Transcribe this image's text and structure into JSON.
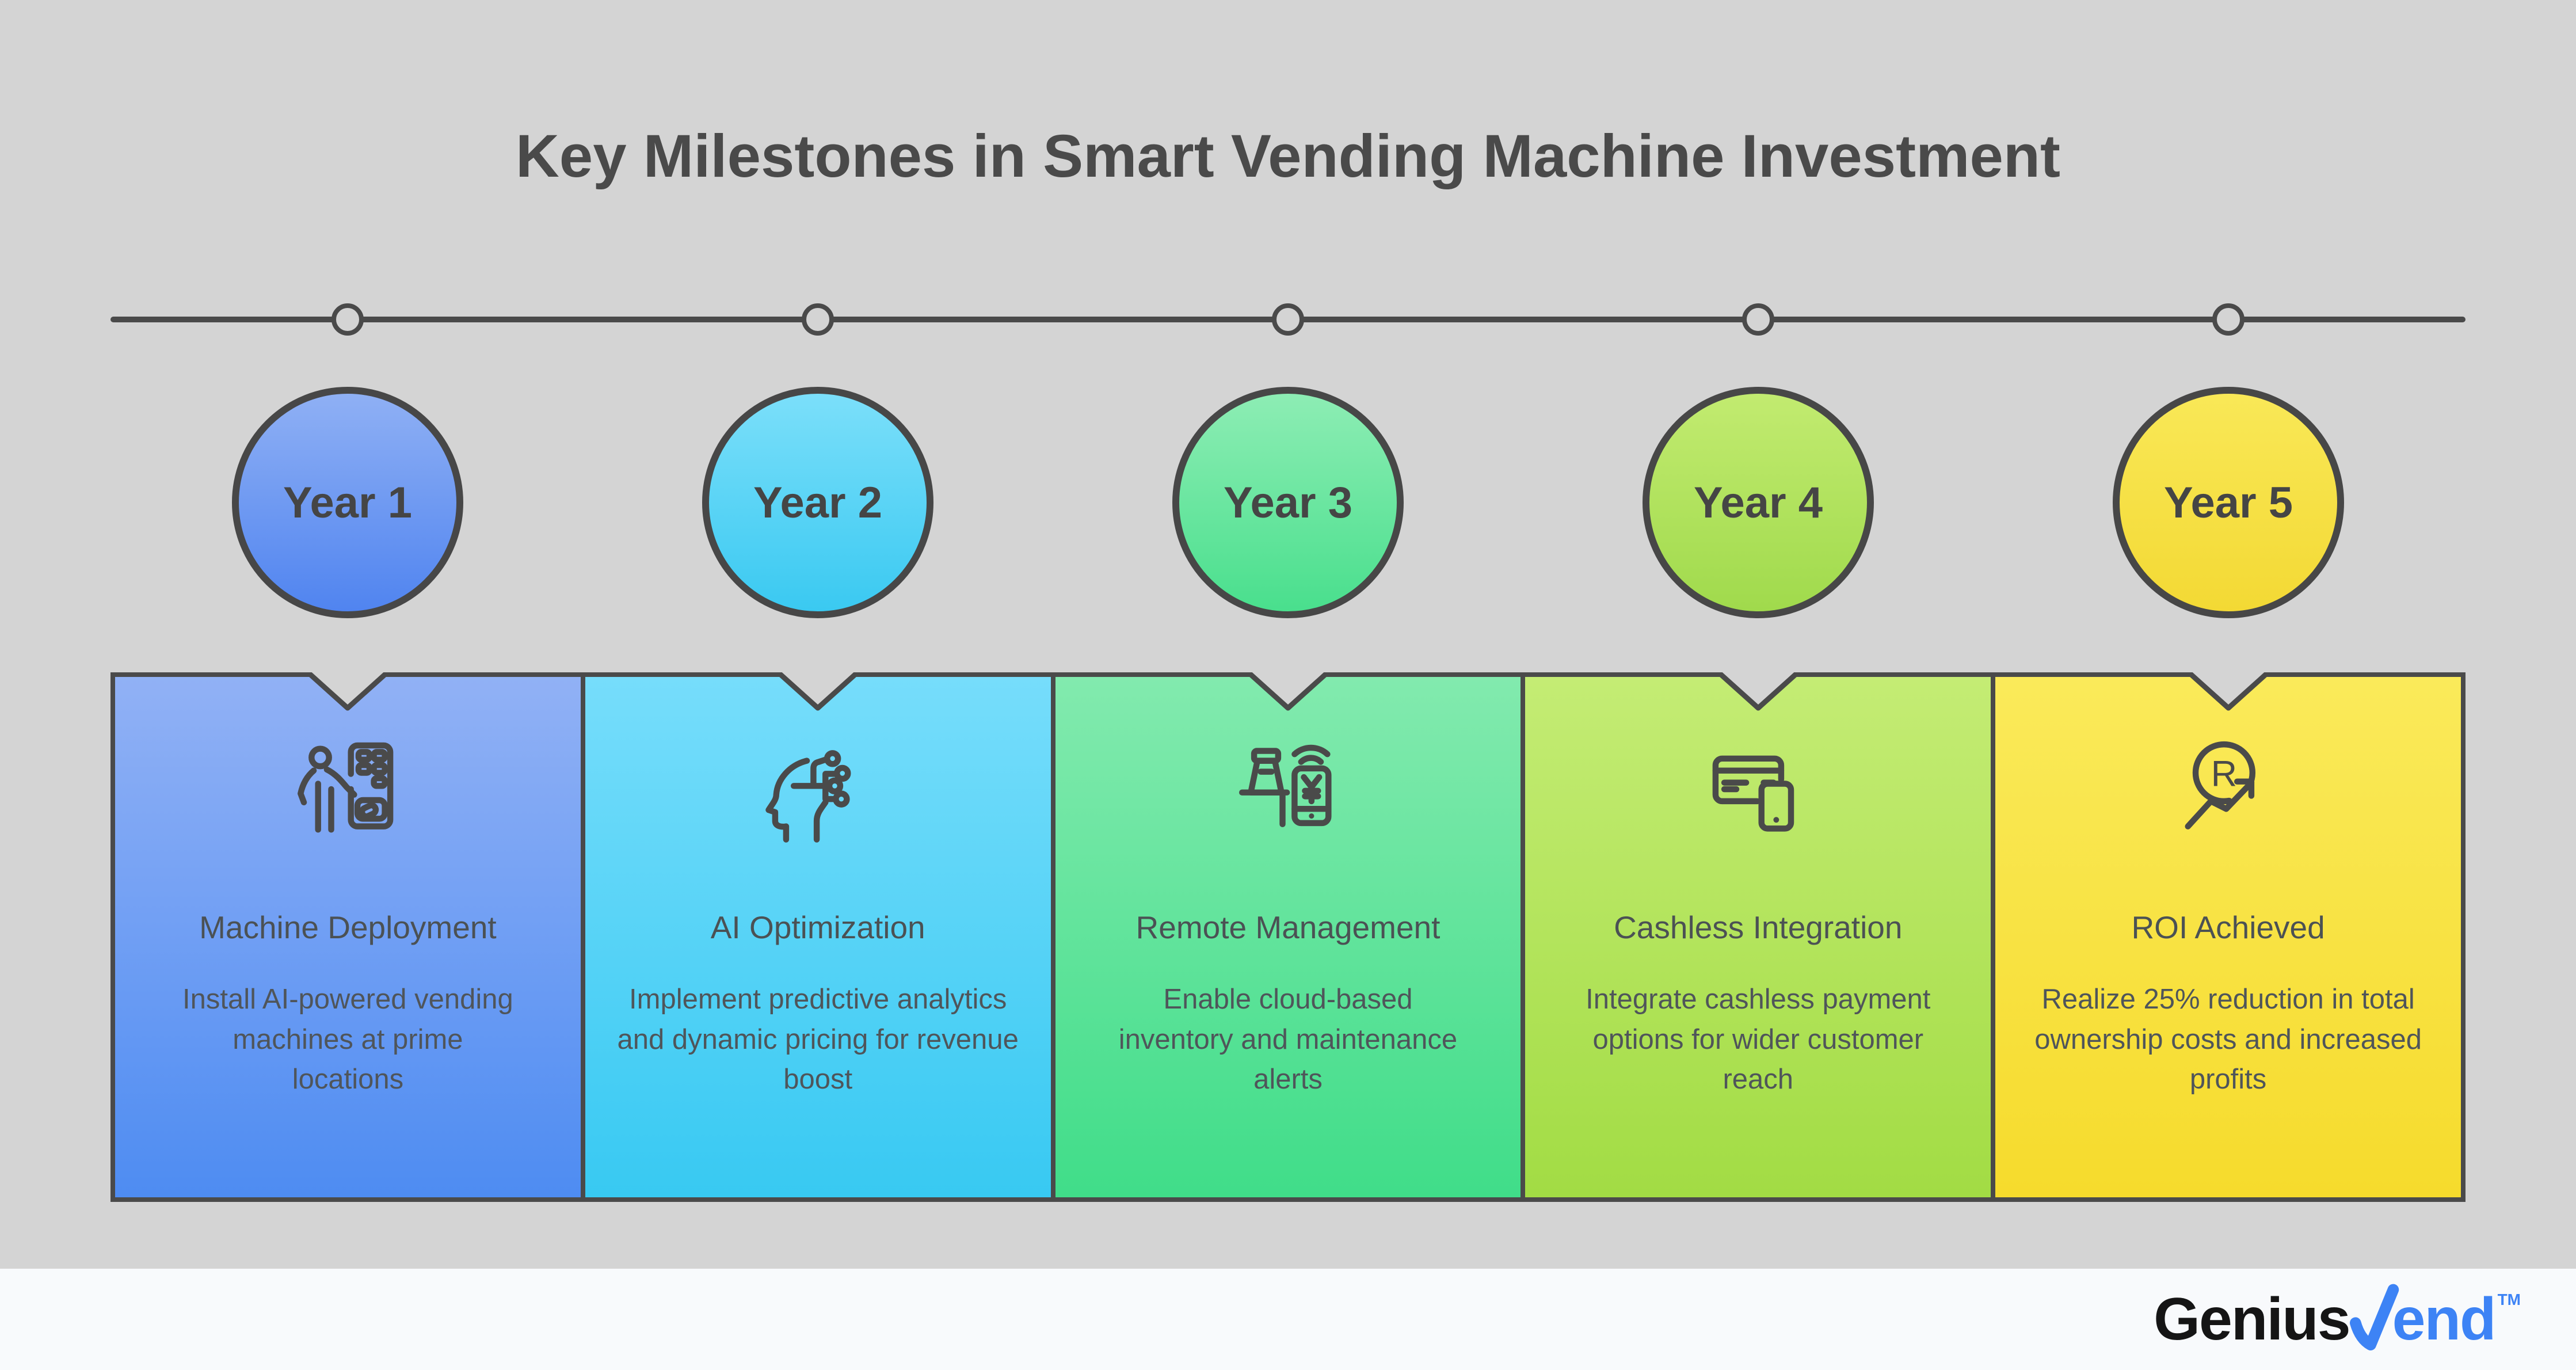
{
  "title": "Key Milestones in Smart Vending Machine Investment",
  "colors": {
    "background": "#d4d4d4",
    "stroke": "#4a4a4a",
    "footer_background": "#f8fafc",
    "logo_black": "#151515",
    "logo_blue": "#3d83f5"
  },
  "years": [
    {
      "label": "Year 1",
      "gradient_from": "#8fb0f4",
      "gradient_to": "#5084f0"
    },
    {
      "label": "Year 2",
      "gradient_from": "#7bdffa",
      "gradient_to": "#3ac9f1"
    },
    {
      "label": "Year 3",
      "gradient_from": "#8dedb4",
      "gradient_to": "#49df8d"
    },
    {
      "label": "Year 4",
      "gradient_from": "#c2eb70",
      "gradient_to": "#a0da4c"
    },
    {
      "label": "Year 5",
      "gradient_from": "#f9e857",
      "gradient_to": "#f3d934"
    }
  ],
  "cards": [
    {
      "title": "Machine Deployment",
      "description": "Install AI-powered vending machines at prime locations",
      "icon": "person-vending-machine-icon",
      "gradient_from": "#91b1f5",
      "gradient_to": "#4e8cf2"
    },
    {
      "title": "AI Optimization",
      "description": "Implement predictive analytics and dynamic pricing for revenue boost",
      "icon": "ai-head-circuit-icon",
      "gradient_from": "#76ddfb",
      "gradient_to": "#38c9f2"
    },
    {
      "title": "Remote Management",
      "description": "Enable cloud-based inventory and maintenance alerts",
      "icon": "kiosk-phone-wifi-icon",
      "gradient_from": "#82eaae",
      "gradient_to": "#40dd89"
    },
    {
      "title": "Cashless Integration",
      "description": "Integrate cashless payment options for wider customer reach",
      "icon": "credit-card-phone-icon",
      "gradient_from": "#c4ec74",
      "gradient_to": "#a2dc44"
    },
    {
      "title": "ROI Achieved",
      "description": "Realize 25% reduction in total ownership costs and increased profits",
      "icon": "roi-growth-arrow-icon",
      "gradient_from": "#faea5a",
      "gradient_to": "#f6db2c"
    }
  ],
  "roi_icon_letter": "R",
  "footer": {
    "brand_prefix": "Genius",
    "brand_suffix": "end",
    "trademark": "TM"
  }
}
